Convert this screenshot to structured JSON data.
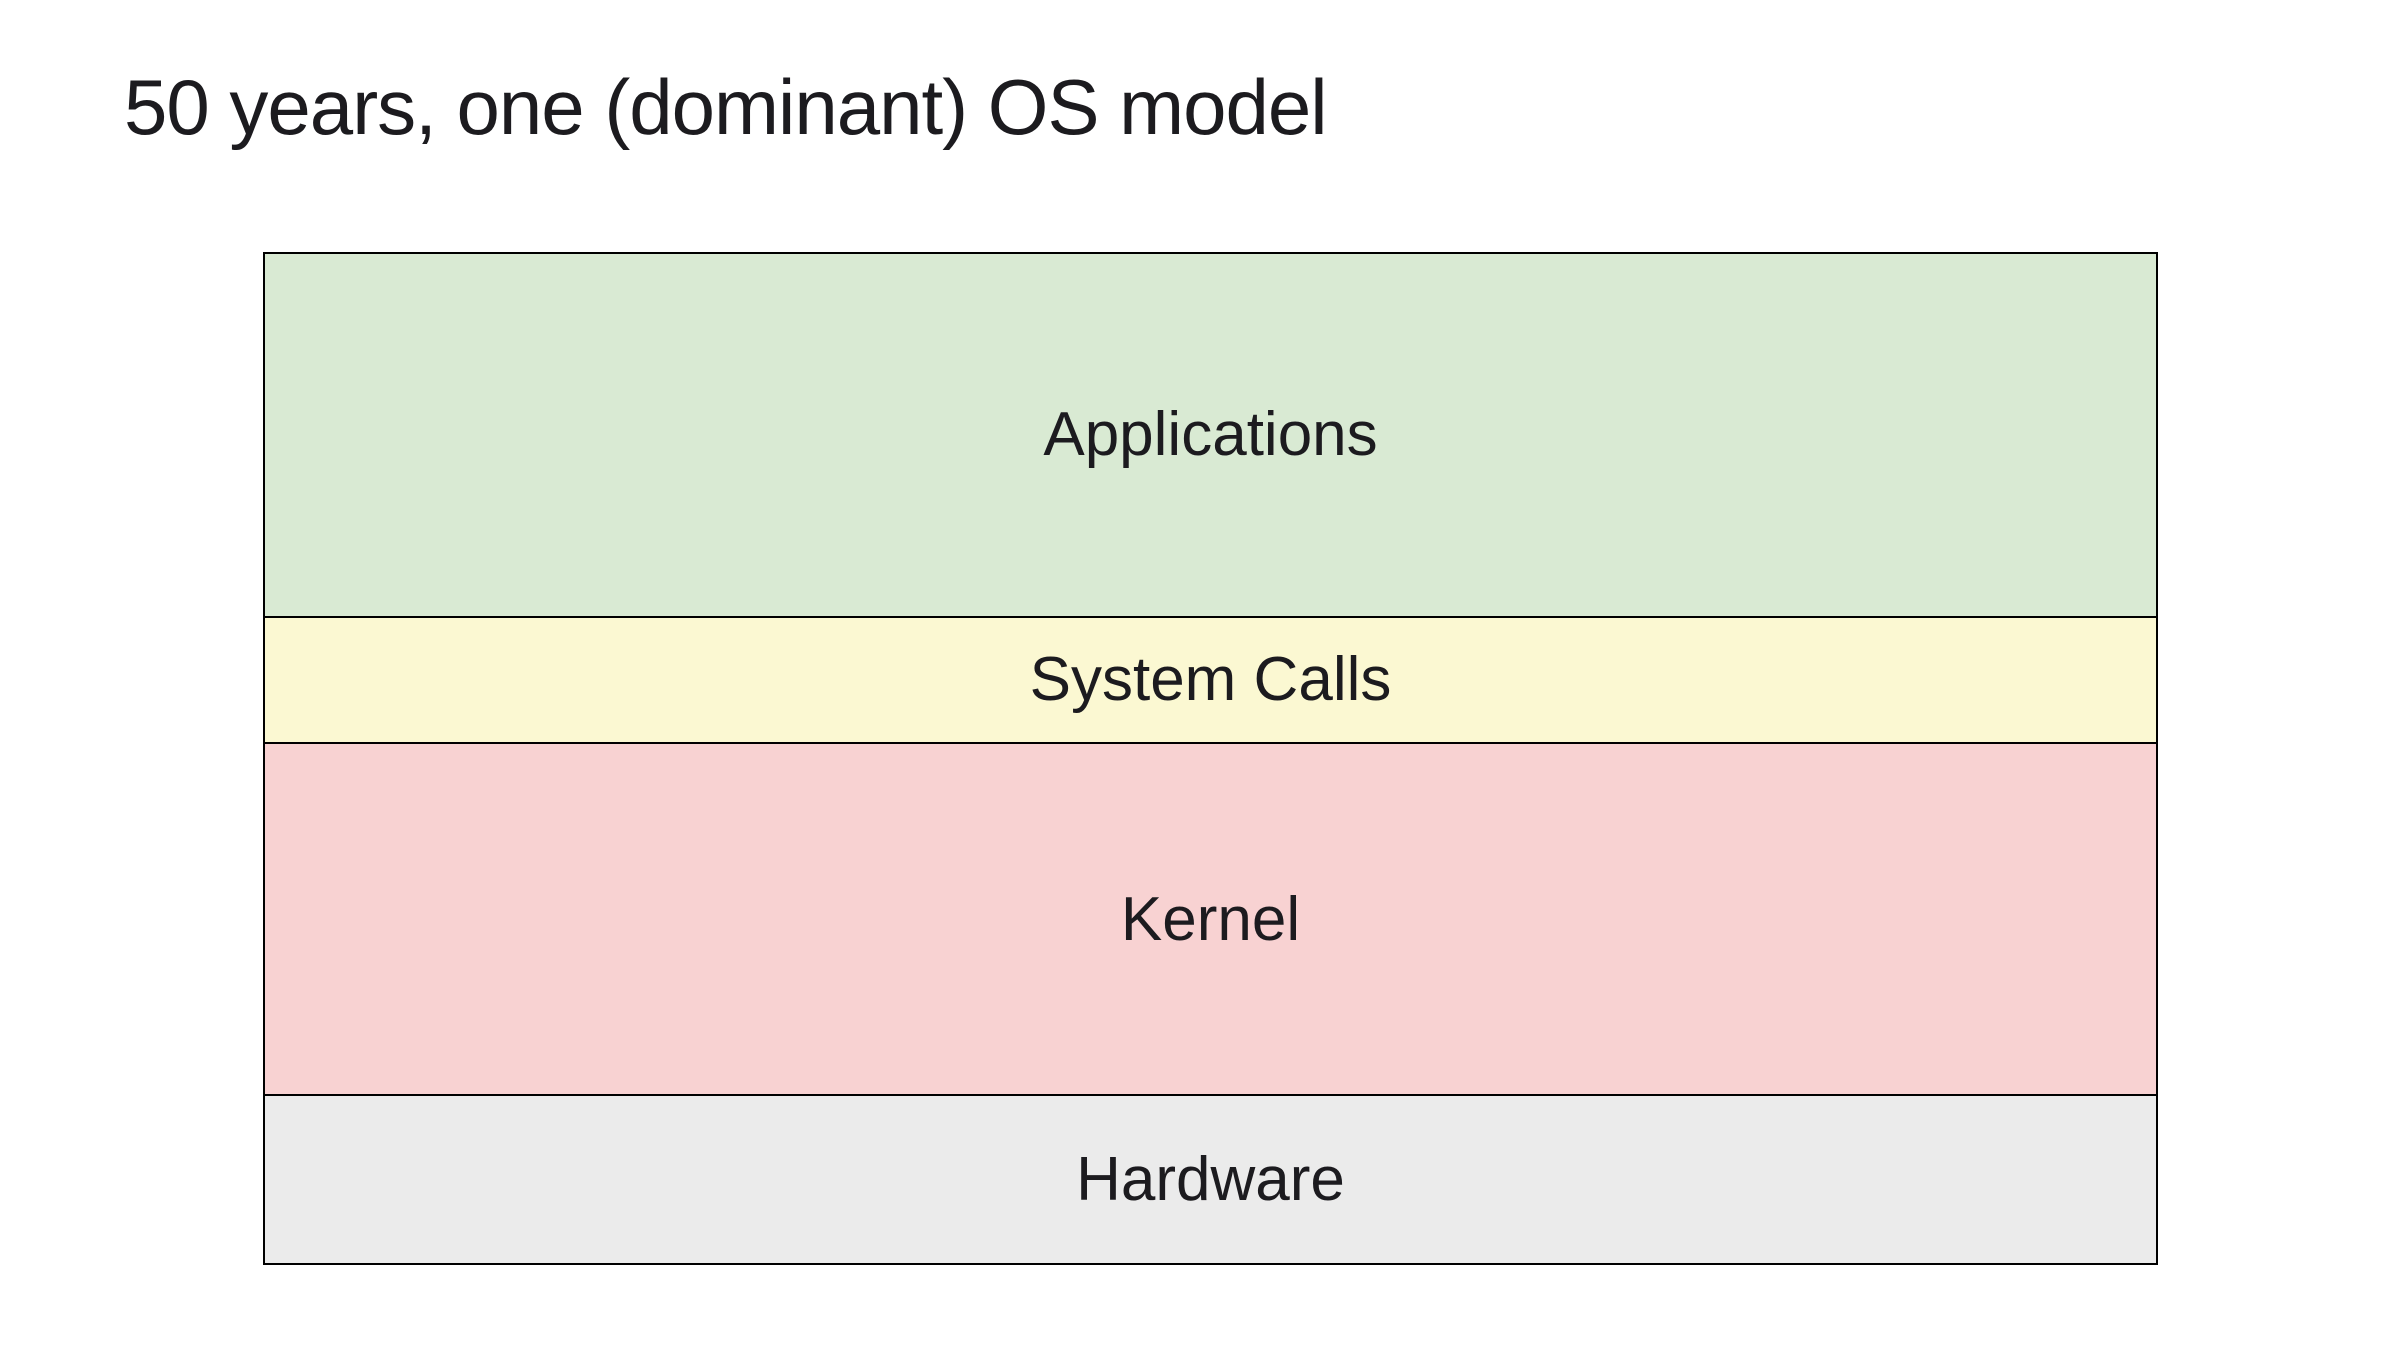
{
  "slide": {
    "title": "50 years, one (dominant) OS model",
    "background_color": "#ffffff",
    "text_color": "#1c1b1f"
  },
  "diagram": {
    "type": "layered-stack",
    "border_color": "#000000",
    "layers": [
      {
        "label": "Applications",
        "color": "#d9ead3",
        "relative_height": 364
      },
      {
        "label": "System Calls",
        "color": "#fbf8d2",
        "relative_height": 125
      },
      {
        "label": "Kernel",
        "color": "#f8d2d2",
        "relative_height": 352
      },
      {
        "label": "Hardware",
        "color": "#ebebeb",
        "relative_height": 168
      }
    ]
  }
}
